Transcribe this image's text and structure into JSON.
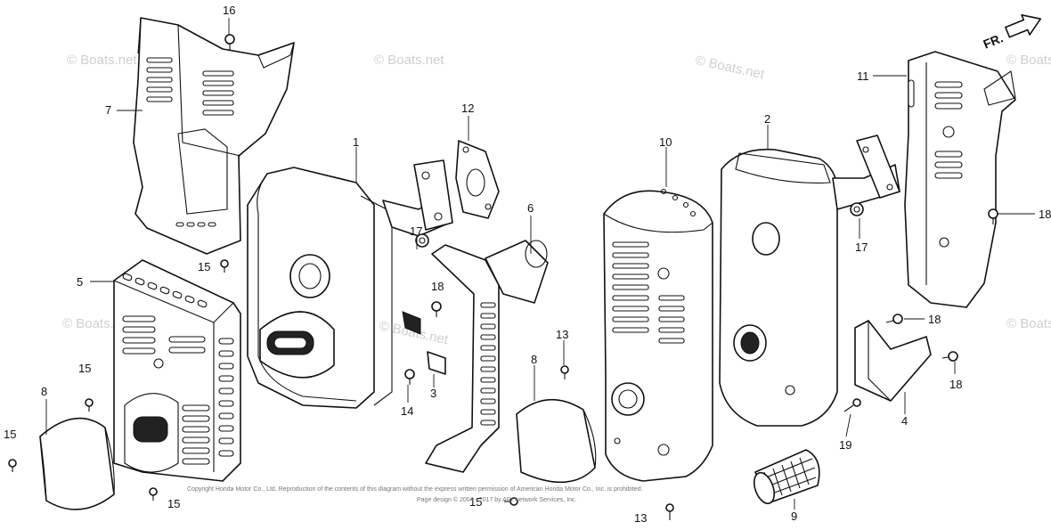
{
  "watermark": {
    "text": "© Boats.net"
  },
  "orientation": {
    "label": "FR."
  },
  "copyright": {
    "line1": "Copyright Honda Motor Co., Ltd. Reproduction of the contents of this diagram without the express written permission of American Honda Motor Co., Inc. is prohibited.",
    "line2": "Page design © 2004 - 2017 by ARI Network Services, Inc."
  },
  "callouts": {
    "c1": "1",
    "c2": "2",
    "c3": "3",
    "c4": "4",
    "c5": "5",
    "c6": "6",
    "c7": "7",
    "c8a": "8",
    "c8b": "8",
    "c9": "9",
    "c10": "10",
    "c11": "11",
    "c12": "12",
    "c13a": "13",
    "c13b": "13",
    "c14": "14",
    "c15a": "15",
    "c15b": "15",
    "c15c": "15",
    "c15d": "15",
    "c15e": "15",
    "c16": "16",
    "c17a": "17",
    "c17b": "17",
    "c18a": "18",
    "c18b": "18",
    "c18c": "18",
    "c18d": "18",
    "c19": "19"
  }
}
